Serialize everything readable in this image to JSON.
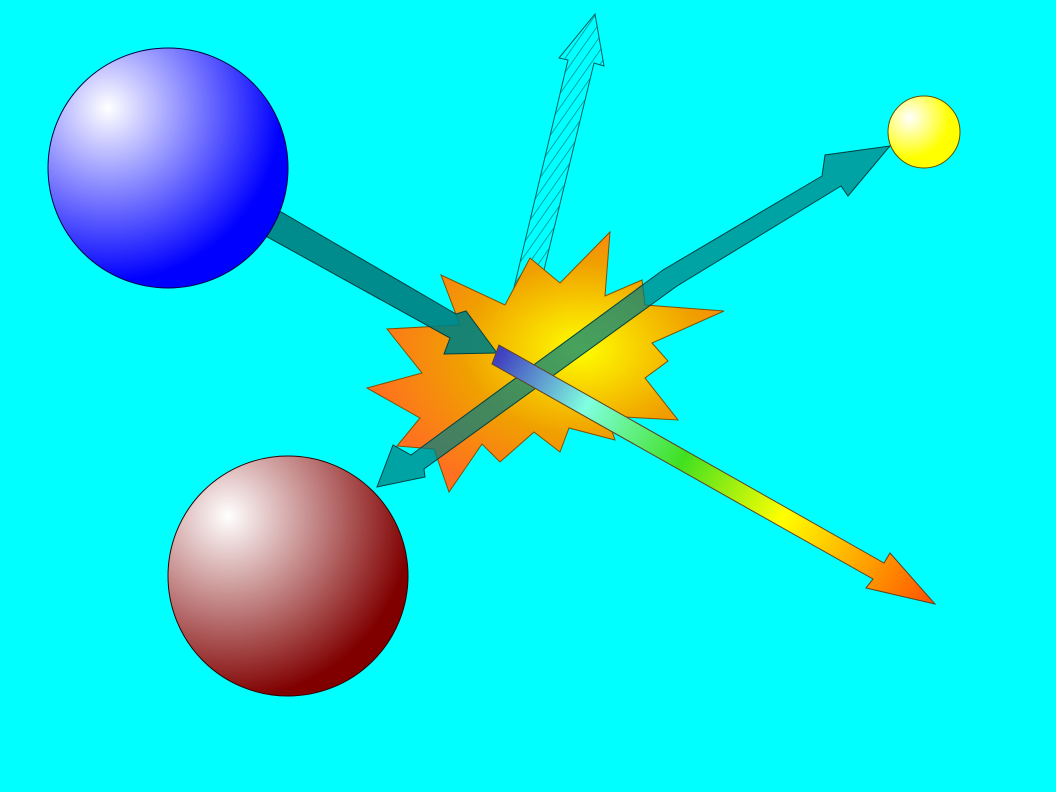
{
  "scene": {
    "background_color": "#00FFFF",
    "particles": [
      {
        "name": "large-blue-sphere",
        "color": "#0000FF",
        "highlight": "#FFFFFF"
      },
      {
        "name": "dark-red-sphere",
        "color": "#800000",
        "highlight": "#FFFFFF"
      },
      {
        "name": "small-yellow-sphere",
        "color": "#FFFF00",
        "highlight": "#FFFFFF"
      }
    ],
    "arrow_colors": {
      "teal": "#008080",
      "hatched": "#008080",
      "spectrum": [
        "#4040C0",
        "#80FFE0",
        "#40E020",
        "#FFFF00",
        "#FF5000"
      ]
    },
    "burst_colors": [
      "#FFFF00",
      "#F0A000",
      "#FF7020"
    ]
  }
}
